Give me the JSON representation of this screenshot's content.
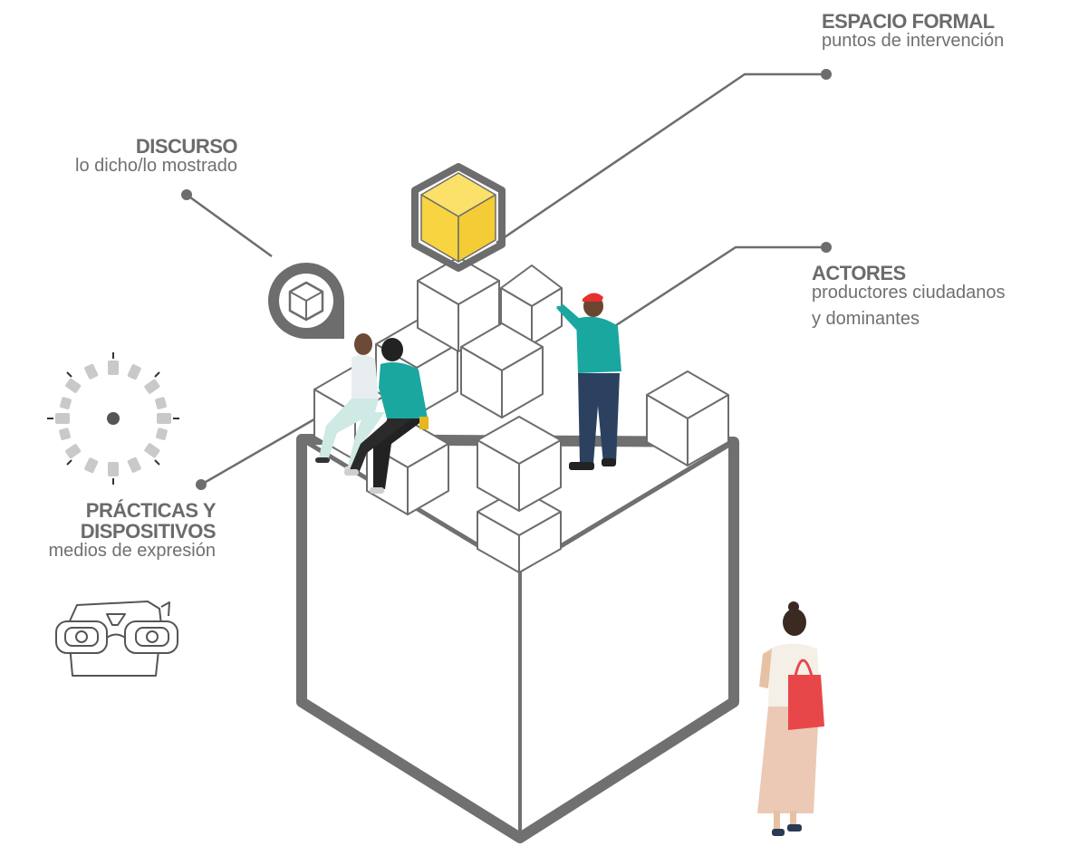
{
  "labels": {
    "espacio_formal": {
      "title": "ESPACIO FORMAL",
      "subtitle": "puntos de intervención"
    },
    "discurso": {
      "title": "DISCURSO",
      "subtitle": "lo dicho/lo mostrado"
    },
    "actores": {
      "title": "ACTORES",
      "subtitle_line1": "productores ciudadanos",
      "subtitle_line2": "y dominantes"
    },
    "practicas": {
      "title_line1": "PRÁCTICAS Y",
      "title_line2": "DISPOSITIVOS",
      "subtitle": "medios de expresión"
    }
  },
  "colors": {
    "line": "#6d6d6d",
    "highlight_cube": "#f9d84a",
    "background": "#ffffff"
  },
  "icons": [
    "map-pin-cube-icon",
    "loading-spinner-icon",
    "viewmaster-icon"
  ]
}
